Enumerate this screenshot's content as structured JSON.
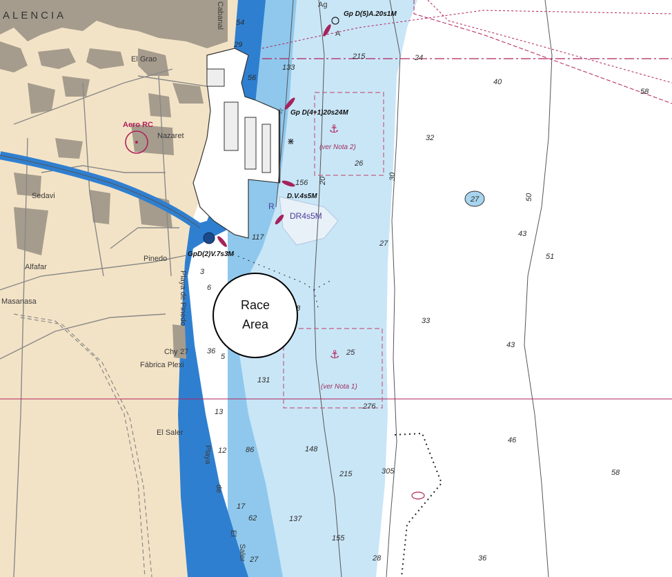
{
  "map": {
    "colors": {
      "land": "#f3e3c6",
      "urban": "#a59c8d",
      "shallow": "#2f7fd0",
      "mid": "#8fc8ec",
      "light": "#c9e6f7",
      "deep": "#ffffff",
      "magenta": "#b0205a"
    },
    "city": "ALENCIA",
    "places": {
      "el_grao": "El Grao",
      "nazaret": "Nazaret",
      "sedavi": "Sedavi",
      "alfafar": "Alfafar",
      "masanasa": "Masanasa",
      "pinedo": "Pinedo",
      "playa_pinedo": "Playa de Pinedo",
      "chy": "Chy",
      "chy_depth": "27",
      "fabrica": "Fábrica Plexi",
      "el_saler": "El Saler",
      "playa": "Playa",
      "de": "de",
      "el": "El",
      "saler": "Saler",
      "cabanal": "Cabanal"
    },
    "aero": "Aero RC",
    "lights": {
      "top": "Gp D(5)A.20s1M",
      "breakwater": "Gp  D(4+1)20s24M",
      "dv": "D.V.4s5M",
      "gpd": "GpD(2)V.7s3M",
      "dr": "DR4s5M",
      "r": "R",
      "ag": "Ag",
      "a": "A"
    },
    "notes": {
      "n2": "(ver Nota 2)",
      "n1": "(ver Nota 1)"
    },
    "anchor_depths": {
      "d26": "26",
      "d25": "25"
    },
    "contour_labels": {
      "c30": "30",
      "c20": "20",
      "c50": "50"
    },
    "depths": [
      {
        "id": "d-40",
        "text": "40"
      },
      {
        "id": "d-58a",
        "text": "58"
      },
      {
        "id": "d-32",
        "text": "32"
      },
      {
        "id": "d-27c",
        "text": "27"
      },
      {
        "id": "d-43a",
        "text": "43"
      },
      {
        "id": "d-51",
        "text": "51"
      },
      {
        "id": "d-27",
        "text": "27"
      },
      {
        "id": "d-33",
        "text": "33"
      },
      {
        "id": "d-43b",
        "text": "43"
      },
      {
        "id": "d-46",
        "text": "46"
      },
      {
        "id": "d-58b",
        "text": "58"
      },
      {
        "id": "d-36",
        "text": "36"
      },
      {
        "id": "d-28",
        "text": "28"
      },
      {
        "id": "d-24",
        "text": "24"
      },
      {
        "id": "d-54",
        "text": "54"
      },
      {
        "id": "d-29",
        "text": "29"
      },
      {
        "id": "d-56",
        "text": "56"
      },
      {
        "id": "d-133",
        "text": "133"
      },
      {
        "id": "d-215a",
        "text": "215"
      },
      {
        "id": "d-156",
        "text": "156"
      },
      {
        "id": "d-117",
        "text": "117"
      },
      {
        "id": "d-3",
        "text": "3"
      },
      {
        "id": "d-6",
        "text": "6"
      },
      {
        "id": "d-78",
        "text": "78"
      },
      {
        "id": "d-36b",
        "text": "36"
      },
      {
        "id": "d-5",
        "text": "5"
      },
      {
        "id": "d-131",
        "text": "131"
      },
      {
        "id": "d-276",
        "text": "276"
      },
      {
        "id": "d-13",
        "text": "13"
      },
      {
        "id": "d-12",
        "text": "12"
      },
      {
        "id": "d-86",
        "text": "86"
      },
      {
        "id": "d-148",
        "text": "148"
      },
      {
        "id": "d-215b",
        "text": "215"
      },
      {
        "id": "d-305",
        "text": "305"
      },
      {
        "id": "d-17",
        "text": "17"
      },
      {
        "id": "d-62",
        "text": "62"
      },
      {
        "id": "d-137",
        "text": "137"
      },
      {
        "id": "d-155",
        "text": "155"
      },
      {
        "id": "d-27b",
        "text": "27"
      }
    ],
    "race_area": {
      "line1": "Race",
      "line2": "Area"
    }
  }
}
